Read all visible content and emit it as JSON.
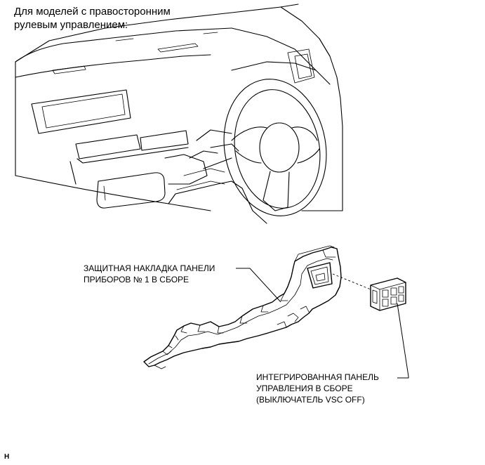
{
  "caption": {
    "line1": "Для моделей с правосторонним",
    "line2": "рулевым управлением:"
  },
  "labels": {
    "trim_line1": "ЗАЩИТНАЯ НАКЛАДКА ПАНЕЛИ",
    "trim_line2": "ПРИБОРОВ № 1 В СБОРЕ",
    "switch_line1": "ИНТЕГРИРОВАННАЯ ПАНЕЛЬ",
    "switch_line2": "УПРАВЛЕНИЯ В СБОРЕ",
    "switch_line3": "(ВЫКЛЮЧАТЕЛЬ VSC OFF)"
  },
  "figure_code": "H"
}
